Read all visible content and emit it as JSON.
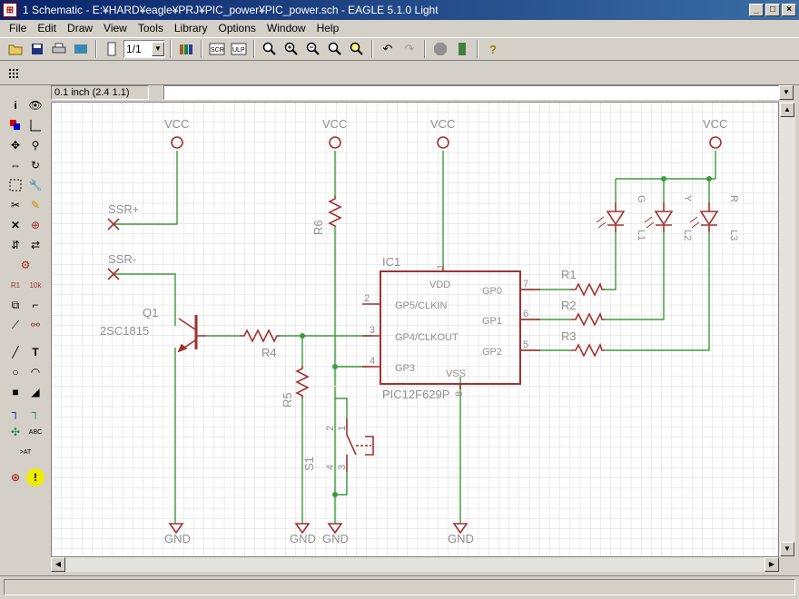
{
  "window": {
    "title": "1 Schematic - E:¥HARD¥eagle¥PRJ¥PIC_power¥PIC_power.sch - EAGLE 5.1.0 Light",
    "app_icon": "eagle-icon",
    "minimize": "_",
    "maximize": "□",
    "close": "×"
  },
  "menu": [
    "File",
    "Edit",
    "Draw",
    "View",
    "Tools",
    "Library",
    "Options",
    "Window",
    "Help"
  ],
  "toolbar": {
    "sheet_select": "1/1",
    "buttons": [
      "open-icon",
      "save-icon",
      "print-icon",
      "cam-icon",
      "sheet-icon",
      "library-icon",
      "script-icon",
      "ulp-icon",
      "zoom-fit-icon",
      "zoom-in-icon",
      "zoom-out-icon",
      "zoom-redraw-icon",
      "zoom-select-icon",
      "undo-icon",
      "redo-icon",
      "stop-icon",
      "go-icon",
      "help-icon"
    ]
  },
  "command": {
    "grid_readout": "0.1 inch (2.4 1.1)",
    "input_value": ""
  },
  "schematic": {
    "colors": {
      "grid": "#d6d6d6",
      "symbol": "#a03232",
      "net": "#3c9b3c",
      "text": "#909090"
    },
    "labels": {
      "vcc1": "VCC",
      "vcc2": "VCC",
      "vcc3": "VCC",
      "vcc4": "VCC",
      "gnd1": "GND",
      "gnd2": "GND",
      "gnd3": "GND",
      "gnd4": "GND",
      "ssr_plus": "SSR+",
      "ssr_minus": "SSR-",
      "q1_name": "Q1",
      "q1_value": "2SC1815",
      "r4": "R4",
      "r5": "R5",
      "r6": "R6",
      "r1": "R1",
      "r2": "R2",
      "r3": "R3",
      "s1": "S1",
      "ic1_name": "IC1",
      "ic1_value": "PIC12F629P",
      "vdd": "VDD",
      "vss": "VSS",
      "gp5": "GP5/CLKIN",
      "gp4": "GP4/CLKOUT",
      "gp3": "GP3",
      "gp0": "GP0",
      "gp1": "GP1",
      "gp2": "GP2",
      "pin1": "1",
      "pin2": "2",
      "pin3": "3",
      "pin4": "4",
      "pin5": "5",
      "pin6": "6",
      "pin7": "7",
      "pin8": "8",
      "s1_pin1": "1",
      "s1_pin2": "2",
      "s1_pin3": "3",
      "s1_pin4": "4",
      "led1": "L1",
      "led1_color": "G",
      "led2": "L2",
      "led2_color": "Y",
      "led3": "L3",
      "led3_color": "R"
    }
  }
}
